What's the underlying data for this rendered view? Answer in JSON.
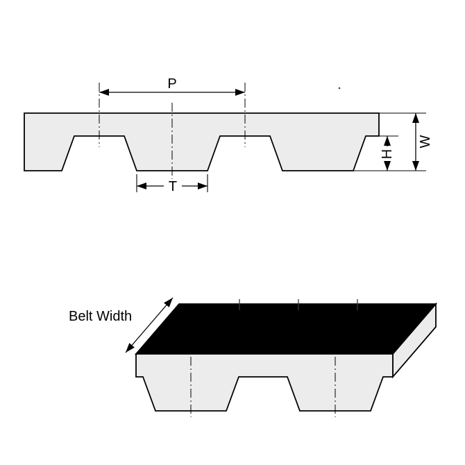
{
  "diagram": {
    "type": "timing-belt-dimension-drawing",
    "cross_section": {
      "pitch_label": "P",
      "tooth_width_label": "T",
      "tooth_height_label": "H",
      "belt_thickness_label": "W"
    },
    "isometric": {
      "belt_width_label": "Belt Width"
    },
    "colors": {
      "outline": "#000000",
      "belt_fill": "#ececec",
      "belt_back_fill": "#000000",
      "background": "#ffffff"
    }
  }
}
